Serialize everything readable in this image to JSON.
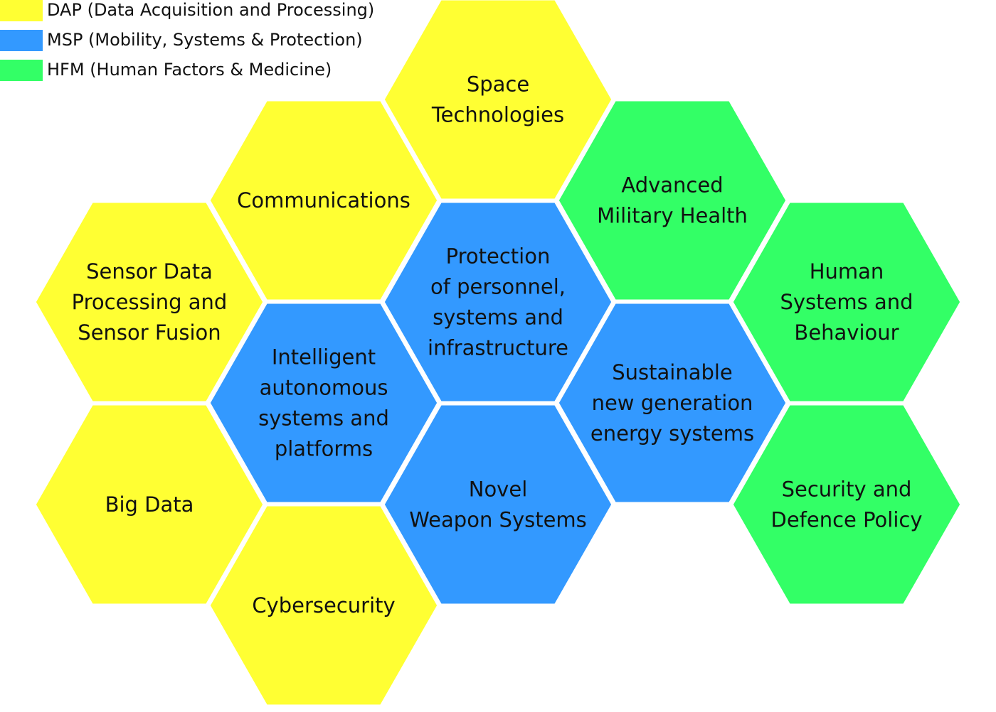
{
  "legend": [
    {
      "label": "DAP (Data Acquisition and Processing)",
      "color": "#FFFF33"
    },
    {
      "label": "MSP (Mobility, Systems & Protection)",
      "color": "#3399FF"
    },
    {
      "label": "HFM (Human Factors & Medicine)",
      "color": "#33FF66"
    }
  ],
  "colors": {
    "DAP": "#FFFF33",
    "MSP": "#3399FF",
    "HFM": "#33FF66"
  },
  "hexagons": [
    {
      "id": "space-technologies",
      "group": "DAP",
      "lines": [
        "Space",
        "Technologies"
      ]
    },
    {
      "id": "communications",
      "group": "DAP",
      "lines": [
        "Communications"
      ]
    },
    {
      "id": "advanced-military-health",
      "group": "HFM",
      "lines": [
        "Advanced",
        "Military Health"
      ]
    },
    {
      "id": "sensor-data-processing",
      "group": "DAP",
      "lines": [
        "Sensor Data",
        "Processing and",
        "Sensor Fusion"
      ]
    },
    {
      "id": "protection-of-personnel",
      "group": "MSP",
      "lines": [
        "Protection",
        "of personnel,",
        "systems and",
        "infrastructure"
      ]
    },
    {
      "id": "human-systems-behaviour",
      "group": "HFM",
      "lines": [
        "Human",
        "Systems and",
        "Behaviour"
      ]
    },
    {
      "id": "intelligent-autonomous-systems",
      "group": "MSP",
      "lines": [
        "Intelligent",
        "autonomous",
        "systems and",
        "platforms"
      ]
    },
    {
      "id": "sustainable-energy-systems",
      "group": "MSP",
      "lines": [
        "Sustainable",
        "new generation",
        "energy systems"
      ]
    },
    {
      "id": "big-data",
      "group": "DAP",
      "lines": [
        "Big Data"
      ]
    },
    {
      "id": "novel-weapon-systems",
      "group": "MSP",
      "lines": [
        "Novel",
        "Weapon Systems"
      ]
    },
    {
      "id": "security-defence-policy",
      "group": "HFM",
      "lines": [
        "Security and",
        "Defence Policy"
      ]
    },
    {
      "id": "cybersecurity",
      "group": "DAP",
      "lines": [
        "Cybersecurity"
      ]
    }
  ]
}
